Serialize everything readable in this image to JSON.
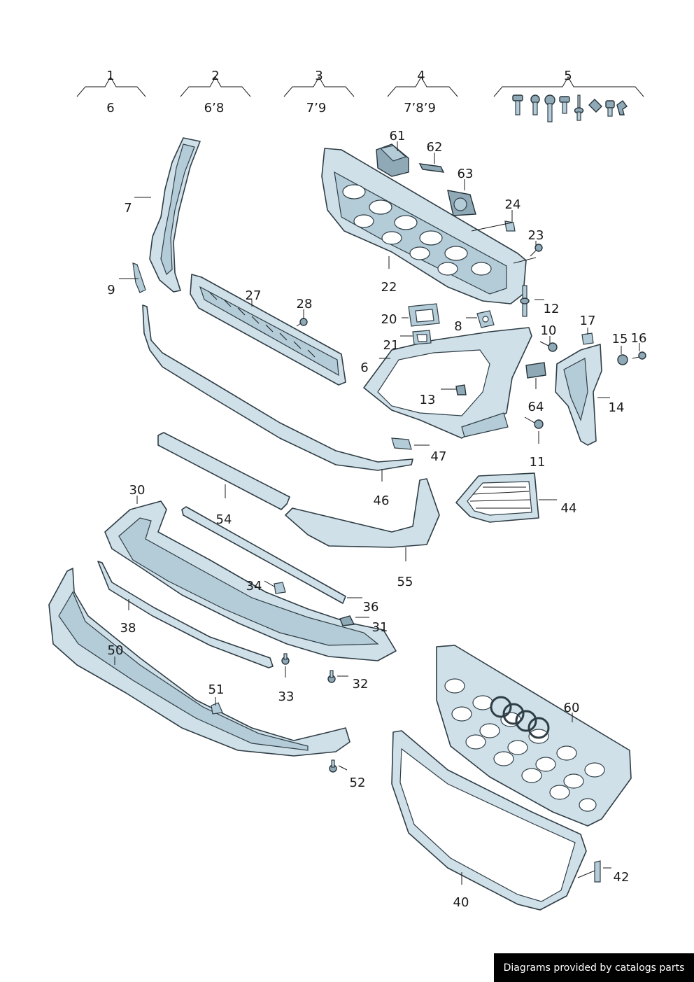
{
  "kits": [
    {
      "number": "1",
      "contents": "6"
    },
    {
      "number": "2",
      "contents": "6’8"
    },
    {
      "number": "3",
      "contents": "7’9"
    },
    {
      "number": "4",
      "contents": "7’8’9"
    },
    {
      "number": "5",
      "contents": ""
    }
  ],
  "callouts": [
    "61",
    "62",
    "63",
    "24",
    "23",
    "7",
    "22",
    "9",
    "27",
    "28",
    "12",
    "20",
    "8",
    "10",
    "17",
    "15",
    "16",
    "21",
    "6",
    "13",
    "64",
    "14",
    "11",
    "47",
    "46",
    "44",
    "30",
    "54",
    "55",
    "34",
    "36",
    "38",
    "31",
    "50",
    "32",
    "33",
    "51",
    "60",
    "52",
    "42",
    "40"
  ],
  "credit": "Diagrams provided by catalogs parts"
}
